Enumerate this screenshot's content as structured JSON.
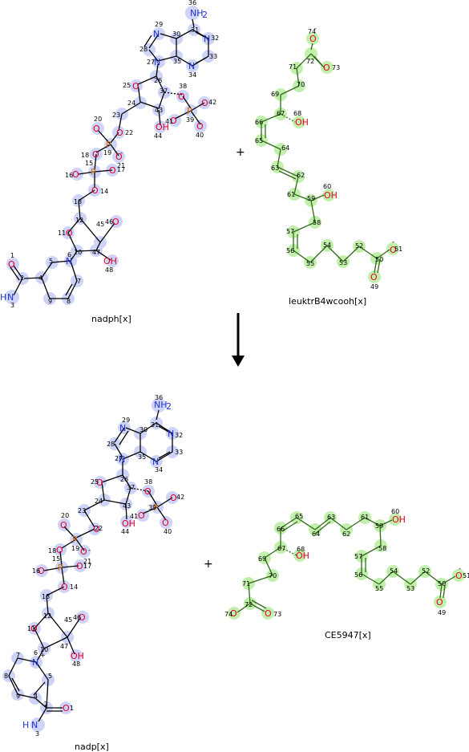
{
  "molecules": {
    "reactant1": "nadph[x]",
    "reactant2": "leuktrB4wcooh[x]",
    "product1": "nadp[x]",
    "product2": "CE5947[x]"
  },
  "operators": {
    "plus_top": "+",
    "plus_bottom": "+"
  },
  "colors": {
    "blue_halo": "#c9cff8",
    "green_halo": "#bff0a8",
    "oxygen": "#e0002a",
    "nitrogen": "#2035cc",
    "phosphorus": "#d07000"
  }
}
